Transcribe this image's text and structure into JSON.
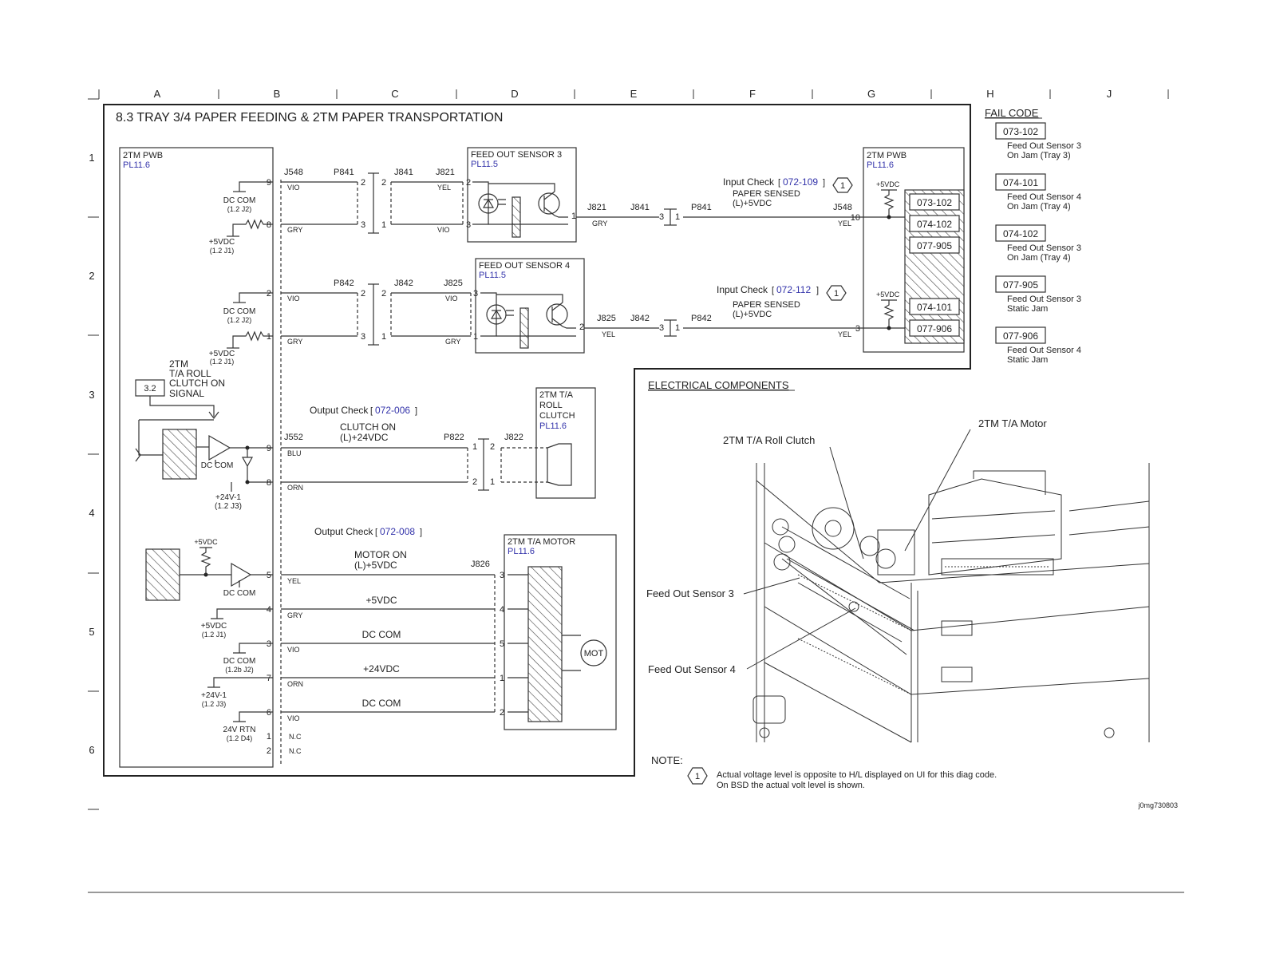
{
  "title": "8.3 TRAY 3/4 PAPER FEEDING & 2TM PAPER TRANSPORTATION",
  "grid": {
    "columns": [
      "A",
      "B",
      "C",
      "D",
      "E",
      "F",
      "G",
      "H",
      "J"
    ],
    "rows": [
      "1",
      "2",
      "3",
      "4",
      "5",
      "6"
    ]
  },
  "boards": {
    "left_pwb": {
      "name": "2TM PWB",
      "ref": "PL11.6"
    },
    "right_pwb": {
      "name": "2TM PWB",
      "ref": "PL11.6"
    }
  },
  "sensor3": {
    "title": "FEED OUT SENSOR 3",
    "ref": "PL11.5",
    "input_check_label": "Input Check",
    "input_check_code": "072-109",
    "signal": "PAPER SENSED",
    "signal_level": "(L)+5VDC",
    "conn_p": "P841",
    "conn_j": "J841",
    "conn_js": "J821",
    "conn_pwb": "J548",
    "wire_vio": "VIO",
    "wire_gry": "GRY",
    "wire_yel": "YEL",
    "pin9": "9",
    "pin8": "8",
    "pin2": "2",
    "pin3": "3",
    "pin1": "1",
    "pin10": "10",
    "left_dccom": "DC COM",
    "left_dccom_ref": "(1.2 J2)",
    "left_5v": "+5VDC",
    "left_5v_ref": "(1.2 J1)"
  },
  "sensor4": {
    "title": "FEED OUT SENSOR 4",
    "ref": "PL11.5",
    "input_check_label": "Input Check",
    "input_check_code": "072-112",
    "signal": "PAPER SENSED",
    "signal_level": "(L)+5VDC",
    "conn_p": "P842",
    "conn_j": "J842",
    "conn_js": "J825",
    "wire_vio": "VIO",
    "wire_gry": "GRY",
    "wire_yel": "YEL",
    "pin2": "2",
    "pin1": "1",
    "pin3": "3",
    "left_dccom": "DC COM",
    "left_dccom_ref": "(1.2 J2)",
    "left_5v": "+5VDC",
    "left_5v_ref": "(1.2 J1)"
  },
  "right_supply": "+5VDC",
  "clutch": {
    "signal_box": "3.2",
    "signal_label_1": "2TM",
    "signal_label_2": "T/A ROLL",
    "signal_label_3": "CLUTCH ON",
    "signal_label_4": "SIGNAL",
    "output_check_label": "Output Check",
    "output_check_code": "072-006",
    "signal": "CLUTCH ON",
    "signal_level": "(L)+24VDC",
    "conn_pwb": "J552",
    "conn_p": "P822",
    "conn_j": "J822",
    "wire_blu": "BLU",
    "wire_orn": "ORN",
    "pin9": "9",
    "pin8": "8",
    "pin1": "1",
    "pin2": "2",
    "dccom": "DC COM",
    "v24": "+24V-1",
    "v24_ref": "(1.2 J3)",
    "comp_1": "2TM T/A",
    "comp_2": "ROLL",
    "comp_3": "CLUTCH",
    "comp_ref": "PL11.6"
  },
  "motor": {
    "output_check_label": "Output Check",
    "output_check_code": "072-008",
    "signal": "MOTOR ON",
    "signal_level": "(L)+5VDC",
    "conn": "J826",
    "title": "2TM T/A MOTOR",
    "ref": "PL11.6",
    "mot": "MOT",
    "pwb_5v": "+5VDC",
    "wires": [
      "YEL",
      "GRY",
      "VIO",
      "ORN",
      "VIO",
      "N.C",
      "N.C"
    ],
    "pwb_pins": [
      "5",
      "4",
      "3",
      "7",
      "6",
      "1",
      "2"
    ],
    "motor_pins": [
      "3",
      "4",
      "5",
      "1",
      "2"
    ],
    "line_labels": [
      "+5VDC",
      "DC COM",
      "+24VDC",
      "DC COM"
    ],
    "left_labels": [
      {
        "a": "+5VDC",
        "b": "(1.2 J1)"
      },
      {
        "a": "DC COM",
        "b": "(1.2b J2)"
      },
      {
        "a": "+24V-1",
        "b": "(1.2 J3)"
      },
      {
        "a": "24V RTN",
        "b": "(1.2 D4)"
      }
    ],
    "amp_label": "DC COM"
  },
  "fail_codes": {
    "title": "FAIL CODE",
    "items": [
      {
        "code": "073-102",
        "line1": "Feed Out Sensor 3",
        "line2": "On Jam (Tray 3)"
      },
      {
        "code": "074-101",
        "line1": "Feed Out Sensor 4",
        "line2": "On Jam (Tray 4)"
      },
      {
        "code": "074-102",
        "line1": "Feed Out Sensor 3",
        "line2": "On Jam (Tray 4)"
      },
      {
        "code": "077-905",
        "line1": "Feed Out Sensor 3",
        "line2": "Static Jam"
      },
      {
        "code": "077-906",
        "line1": "Feed Out Sensor 4",
        "line2": "Static Jam"
      }
    ]
  },
  "pwb_codes": [
    "073-102",
    "074-102",
    "077-905",
    "074-101",
    "077-906"
  ],
  "electrical": {
    "title": "ELECTRICAL COMPONENTS",
    "labels": {
      "roll_clutch": "2TM T/A Roll Clutch",
      "motor": "2TM T/A Motor",
      "sensor3": "Feed Out Sensor 3",
      "sensor4": "Feed Out Sensor 4"
    }
  },
  "note": {
    "label": "NOTE:",
    "marker": "1",
    "line1": "Actual voltage level is opposite to H/L displayed on UI for this diag code.",
    "line2": "On BSD the actual volt level is shown."
  },
  "image_id": "j0mg730803"
}
